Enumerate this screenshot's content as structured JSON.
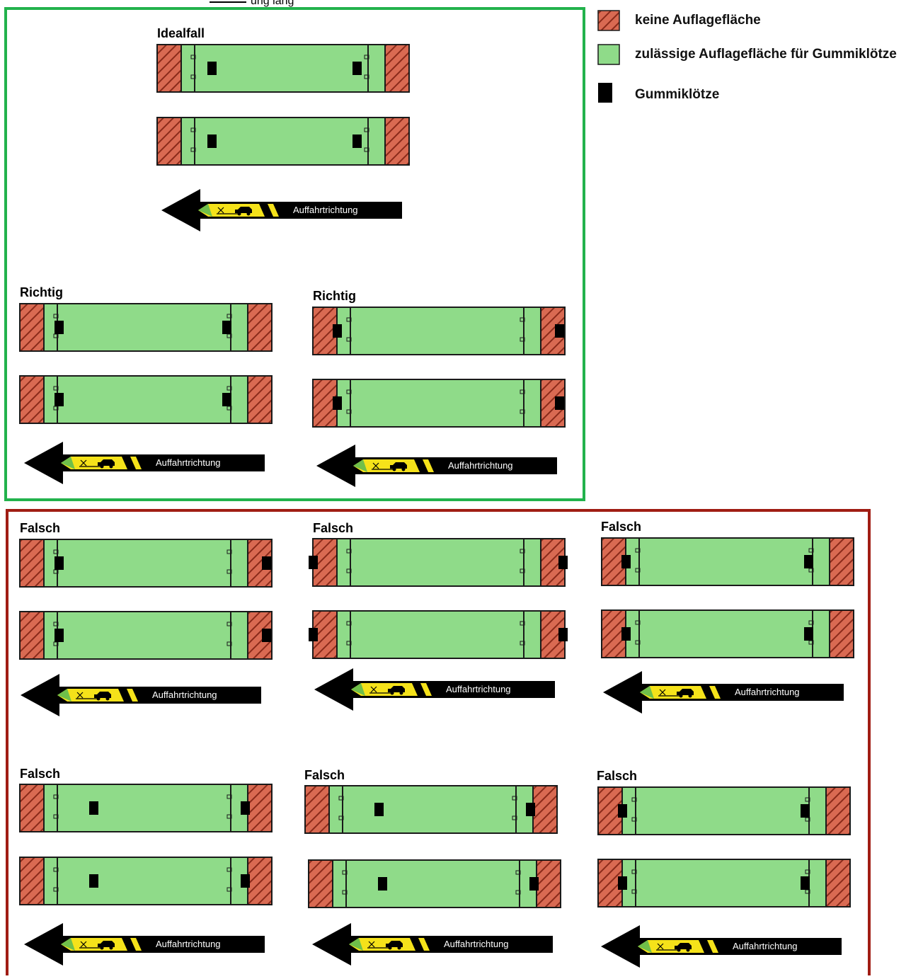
{
  "colors": {
    "good_frame": "#22b24c",
    "bad_frame": "#a01d14",
    "green_fill": "#8fdb89",
    "red_fill": "#d96a52",
    "hatch_line": "#8a2a1a",
    "block": "#000000",
    "arrow_body": "#000000",
    "arrow_yellow": "#f5e21a",
    "arrow_green": "#6fbf4a",
    "outline": "#1a1a1a"
  },
  "top_fragment": "ung lang",
  "legend": {
    "items": [
      {
        "icon": "hatched-red-swatch",
        "label": "keine Auflagefläche"
      },
      {
        "icon": "green-swatch",
        "label": "zulässige Auflagefläche für Gummiklötze"
      },
      {
        "icon": "black-block-swatch",
        "label": "Gummiklötze"
      }
    ]
  },
  "arrow_label": "Auffahrtrichtung",
  "sections": {
    "good": {
      "scenarios": [
        {
          "label": "Idealfall",
          "placement": "inner-green"
        },
        {
          "label": "Richtig",
          "placement": "on-inner-lines"
        },
        {
          "label": "Richtig",
          "placement": "on-hatched-ends"
        }
      ]
    },
    "bad": {
      "scenarios": [
        {
          "label": "Falsch",
          "placement": "front-line-and-back-hatch"
        },
        {
          "label": "Falsch",
          "placement": "outside-both-ends"
        },
        {
          "label": "Falsch",
          "placement": "front-hatch-and-back-line"
        },
        {
          "label": "Falsch",
          "placement": "front-green-and-back-hatch-edge"
        },
        {
          "label": "Falsch",
          "placement": "front-green-and-back-hatch-edge"
        },
        {
          "label": "Falsch",
          "placement": "front-hatch-edge-and-back-line"
        }
      ]
    }
  }
}
